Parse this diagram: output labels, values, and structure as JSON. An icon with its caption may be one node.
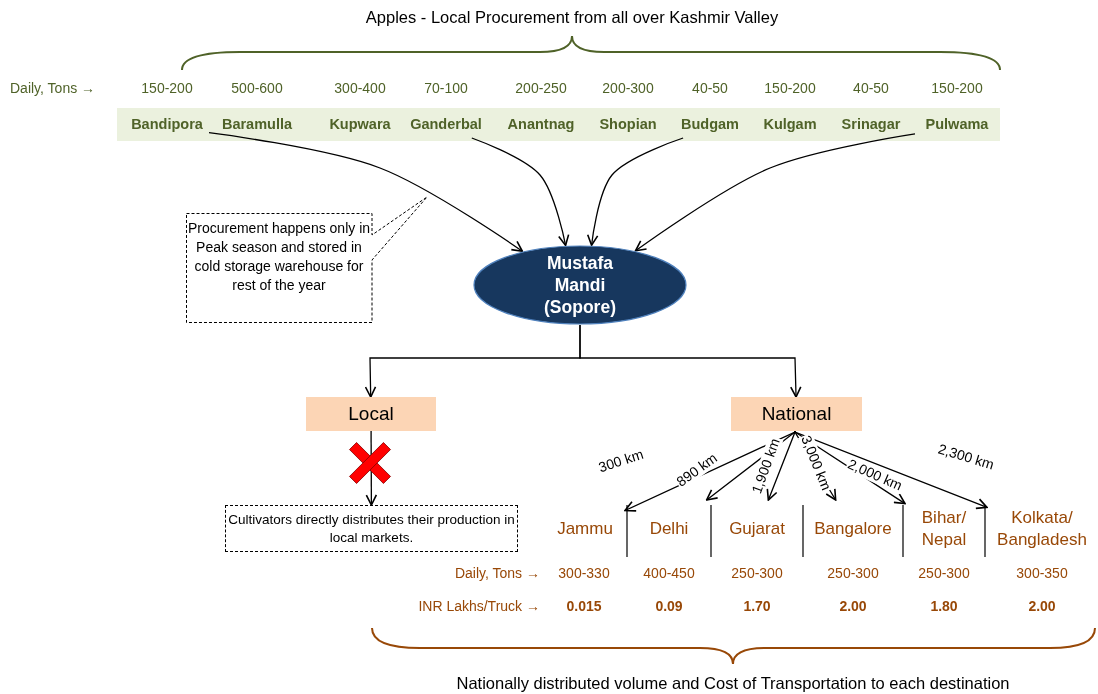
{
  "diagram": {
    "title": "Apples - Local Procurement from all over Kashmir Valley",
    "caption": "Nationally distributed volume and Cost of Transportation to each destination",
    "nodes": [
      {
        "text": [
          "Bandipora"
        ]
      },
      {
        "text": [
          "Baramulla"
        ]
      },
      {
        "text": [
          "Kupwara"
        ]
      },
      {
        "text": [
          "Ganderbal"
        ]
      },
      {
        "text": [
          "Anantnag"
        ]
      },
      {
        "text": [
          "Shopian"
        ]
      },
      {
        "text": [
          "Budgam"
        ]
      },
      {
        "text": [
          "Kulgam"
        ]
      },
      {
        "text": [
          "Srinagar"
        ]
      },
      {
        "text": [
          "Pulwama"
        ]
      },
      {
        "text": [
          "Mustafa Mandi (Sopore)"
        ]
      },
      {
        "text": [
          "Procurement happens only in Peak season and stored in cold storage warehouse for rest of the year"
        ]
      },
      {
        "text": [
          "Local"
        ]
      },
      {
        "text": [
          "National"
        ]
      },
      {
        "text": [
          "Cultivators directly distributes their production in local markets."
        ]
      },
      {
        "text": [
          "Jammu"
        ]
      },
      {
        "text": [
          "Delhi"
        ]
      },
      {
        "text": [
          "Gujarat"
        ]
      },
      {
        "text": [
          "Bangalore"
        ]
      },
      {
        "text": [
          "Bihar/ Nepal"
        ]
      },
      {
        "text": [
          "Kolkata/ Bangladesh"
        ]
      }
    ],
    "edges": [
      {
        "from": 0,
        "to": 10,
        "arrow": "to"
      },
      {
        "from": 3,
        "to": 10,
        "arrow": "to"
      },
      {
        "from": 6,
        "to": 10,
        "arrow": "to"
      },
      {
        "from": 9,
        "to": 10,
        "arrow": "to"
      },
      {
        "from": 10,
        "to": 12,
        "arrow": "to"
      },
      {
        "from": 10,
        "to": 13,
        "arrow": "to"
      },
      {
        "from": 12,
        "to": 14,
        "arrow": "to"
      },
      {
        "from": 13,
        "to": 15,
        "arrow": "to",
        "label": "300 km"
      },
      {
        "from": 13,
        "to": 16,
        "arrow": "to",
        "label": "890 km"
      },
      {
        "from": 13,
        "to": 17,
        "arrow": "to",
        "label": "1,900 km"
      },
      {
        "from": 13,
        "to": 18,
        "arrow": "to",
        "label": "3,000 km"
      },
      {
        "from": 13,
        "to": 19,
        "arrow": "to",
        "label": "2,000 km"
      },
      {
        "from": 13,
        "to": 20,
        "arrow": "to",
        "label": "2,300 km"
      }
    ],
    "labels": [
      "Daily, Tons →",
      "150-200",
      "500-600",
      "300-400",
      "70-100",
      "200-250",
      "200-300",
      "40-50",
      "150-200",
      "40-50",
      "150-200",
      "Daily, Tons →",
      "300-330",
      "400-450",
      "250-300",
      "250-300",
      "250-300",
      "300-350",
      "INR Lakhs/Truck →",
      "0.015",
      "0.09",
      "1.70",
      "2.00",
      "1.80",
      "2.00"
    ]
  }
}
